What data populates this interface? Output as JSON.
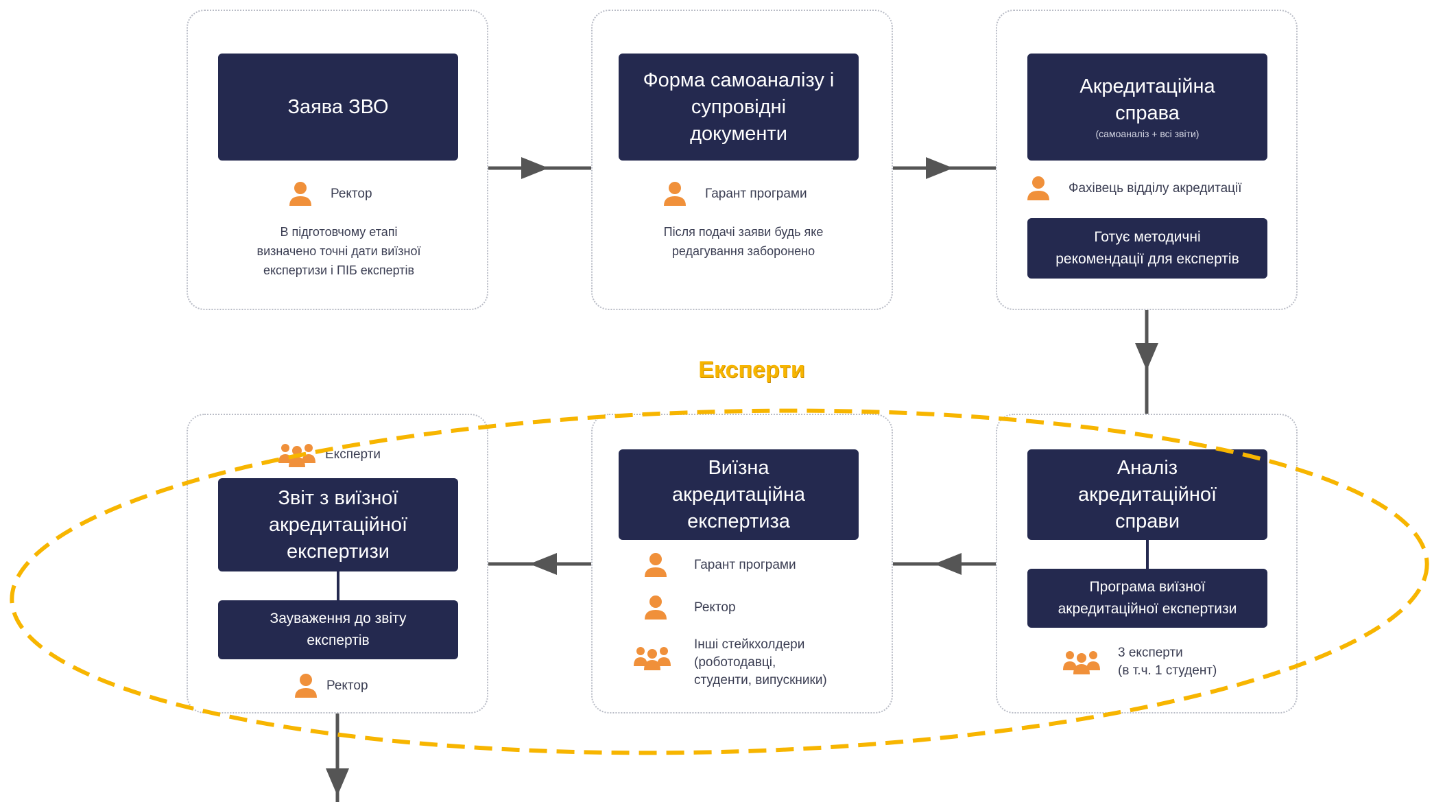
{
  "stage1": {
    "box": "Заява ЗВО",
    "role": "Ректор",
    "note_lines": [
      "В підготовчому етапі",
      "визначено точні дати виїзної",
      "експертизи і ПІБ експертів"
    ]
  },
  "stage2": {
    "box_lines": [
      "Форма самоаналізу і",
      "супровідні",
      "документи"
    ],
    "role": "Гарант програми",
    "note_lines": [
      "Після подачі заяви будь яке",
      "редагування заборонено"
    ]
  },
  "stage3": {
    "box_lines": [
      "Акредитаційна",
      "справа"
    ],
    "box_sub": "(самоаналіз + всі звіти)",
    "role": "Фахівець відділу акредитації",
    "sub_box_lines": [
      "Готує методичні",
      "рекомендації для експертів"
    ]
  },
  "experts_label": "Експерти",
  "stage4": {
    "box_lines": [
      "Аналіз",
      "акредитаційної",
      "справи"
    ],
    "sub_box_lines": [
      "Програма виїзної",
      "акредитаційної експертизи"
    ],
    "group_lines": [
      "3 експерти",
      "(в т.ч. 1 студент)"
    ]
  },
  "stage5": {
    "box_lines": [
      "Виїзна",
      "акредитаційна",
      "експертиза"
    ],
    "role1": "Гарант програми",
    "role2": "Ректор",
    "group_lines": [
      "Інші стейкхолдери",
      "(роботодавці,",
      "студенти, випускники)"
    ]
  },
  "stage6": {
    "group": "Експерти",
    "box_lines": [
      "Звіт з виїзної",
      "акредитаційної",
      "експертизи"
    ],
    "sub_box_lines": [
      "Зауваження до звіту",
      "експертів"
    ],
    "role": "Ректор"
  },
  "colors": {
    "box": "#24294f",
    "icon": "#f0903a",
    "arrow": "#555555",
    "highlight": "#f7b500",
    "panel_border": "#b9bcc6"
  },
  "icons": [
    "person-icon",
    "group-icon",
    "arrow-right",
    "arrow-left",
    "arrow-down"
  ]
}
